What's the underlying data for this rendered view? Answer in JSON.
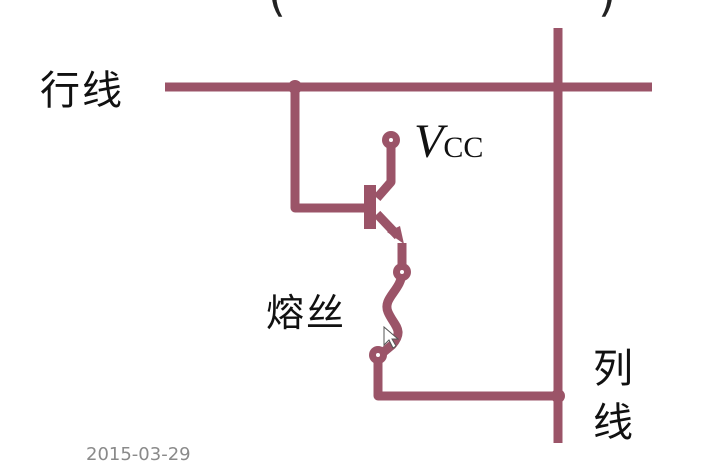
{
  "diagram": {
    "type": "PROM fuse memory cell",
    "labels": {
      "row_line": "行线",
      "column_line": "列线",
      "fuse": "熔丝",
      "vcc_main": "V",
      "vcc_sub": "CC"
    },
    "title_parens": {
      "open": "(",
      "close": ")"
    },
    "footer_date": "2015-03-29",
    "colors": {
      "wire": "#9b5468",
      "text": "#111111",
      "date": "#8a8a8a"
    }
  }
}
